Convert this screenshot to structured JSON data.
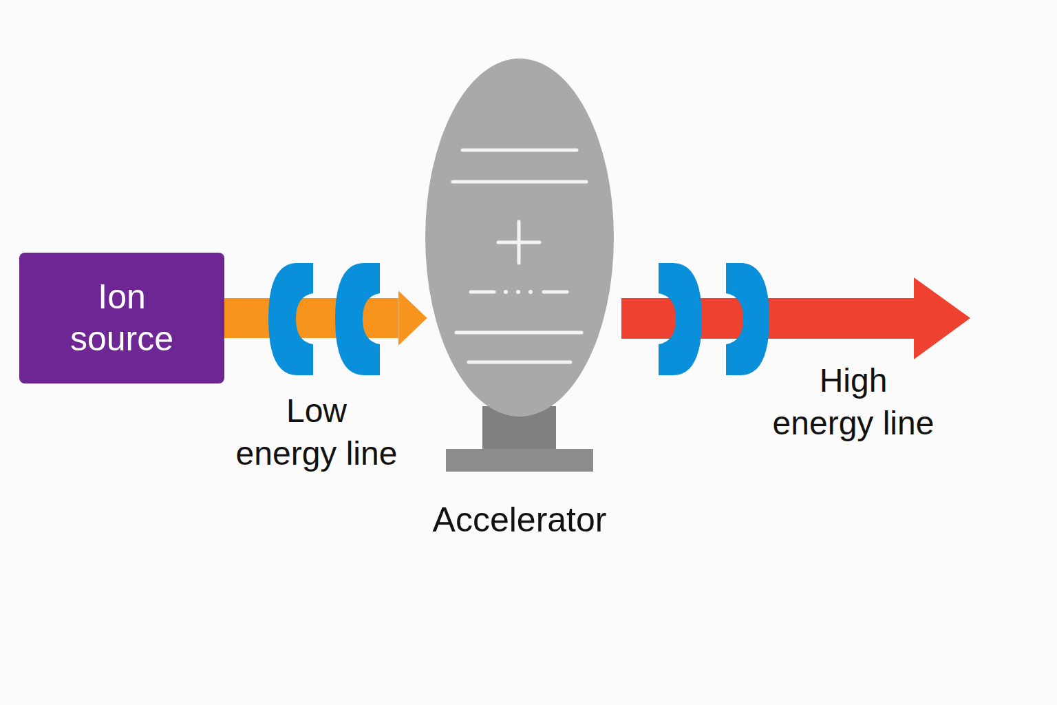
{
  "diagram": {
    "nodes": [
      {
        "text": [
          "Ion source"
        ]
      },
      {
        "text": [
          "Accelerator"
        ]
      }
    ],
    "edges": [
      {
        "from": 0,
        "to": 1,
        "arrow": "to",
        "label": "Low energy line"
      }
    ],
    "labels": [
      "High energy line"
    ]
  }
}
